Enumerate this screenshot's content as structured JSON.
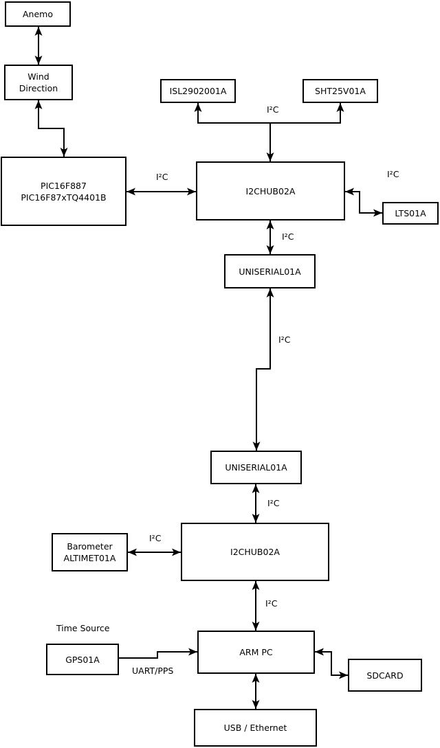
{
  "boxes": {
    "anemo": {
      "label": "Anemo"
    },
    "wind_direction": {
      "line1": "Wind",
      "line2": "Direction"
    },
    "pic": {
      "line1": "PIC16F887",
      "line2": "PIC16F87xTQ4401B"
    },
    "isl": {
      "label": "ISL2902001A"
    },
    "sht": {
      "label": "SHT25V01A"
    },
    "i2c_hub_top": {
      "label": "I2CHUB02A"
    },
    "lts": {
      "label": "LTS01A"
    },
    "uniserial_top": {
      "label": "UNISERIAL01A"
    },
    "uniserial_bottom": {
      "label": "UNISERIAL01A"
    },
    "barometer": {
      "line1": "Barometer",
      "line2": "ALTIMET01A"
    },
    "i2c_hub_bottom": {
      "label": "I2CHUB02A"
    },
    "gps": {
      "label": "GPS01A"
    },
    "arm_pc": {
      "label": "ARM PC"
    },
    "sdcard": {
      "label": "SDCARD"
    },
    "usb_ethernet": {
      "label": "USB / Ethernet"
    }
  },
  "edge_labels": {
    "i2c_pic_hub": "I²C",
    "i2c_sensor_bus": "I²C",
    "i2c_hub_lts": "I²C",
    "i2c_hub_uniserial": "I²C",
    "i2c_uniserial_link": "I²C",
    "i2c_uniserial_hub2": "I²C",
    "i2c_barometer_hub2": "I²C",
    "i2c_hub2_armpc": "I²C",
    "uart_pps": "UART/PPS",
    "time_source": "Time Source"
  },
  "colors": {
    "line": "#000000",
    "box_border": "#000000",
    "box_fill": "#ffffff",
    "background": "#ffffff",
    "text": "#000000"
  }
}
